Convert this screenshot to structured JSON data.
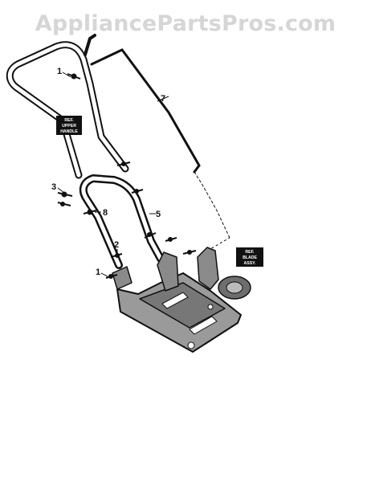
{
  "watermark": {
    "text": "AppliancePartsPros.com"
  },
  "diagram": {
    "callouts": [
      "1",
      "7",
      "3",
      "8",
      "5",
      "2",
      "1"
    ],
    "tags": {
      "upper_handle": [
        "REF.",
        "UPPER",
        "HANDLE"
      ],
      "blade_assy": [
        "REF.",
        "BLADE",
        "ASSY."
      ]
    }
  }
}
